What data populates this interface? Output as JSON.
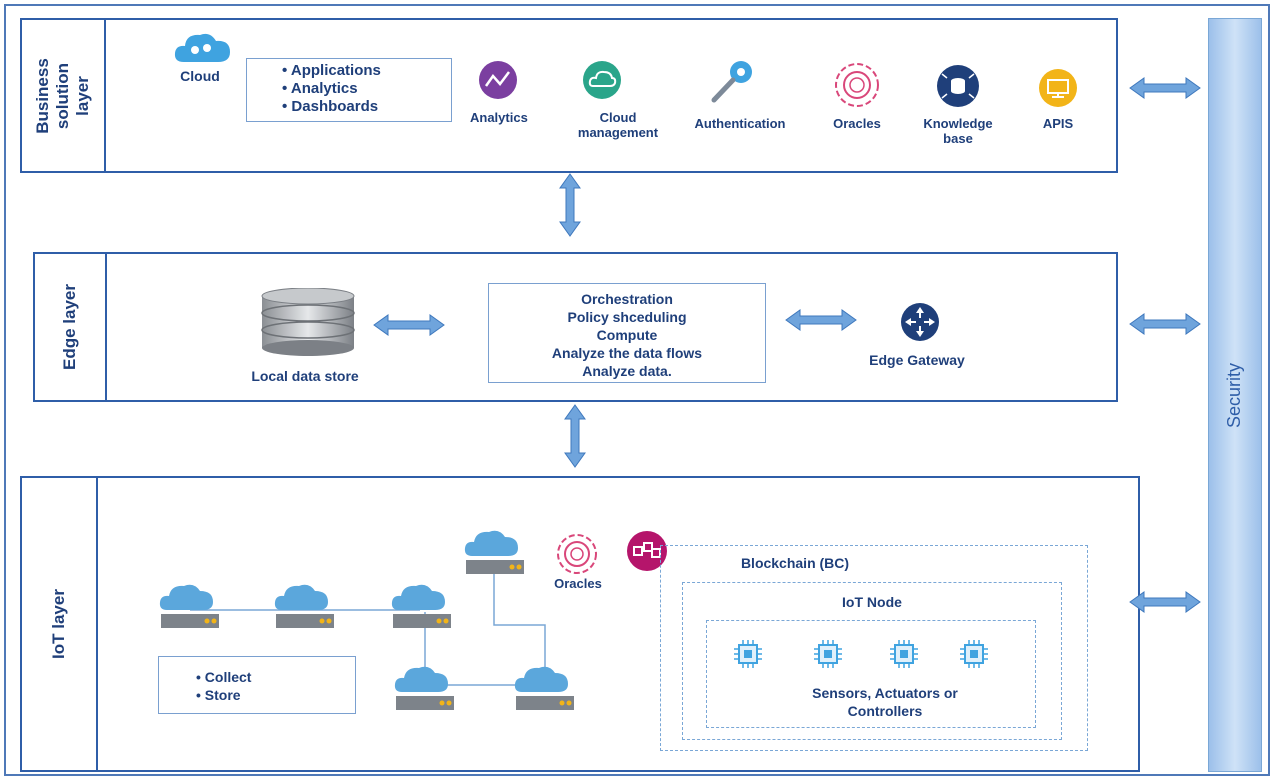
{
  "layers": {
    "business": {
      "label": "Business solution layer",
      "cloud_label": "Cloud",
      "bullets": [
        "Applications",
        "Analytics",
        "Dashboards"
      ],
      "services": [
        {
          "label": "Analytics",
          "icon": "analytics-icon"
        },
        {
          "label": "Cloud management",
          "icon": "cloud-management-icon"
        },
        {
          "label": "Authentication",
          "icon": "key-icon"
        },
        {
          "label": "Oracles",
          "icon": "oracle-icon"
        },
        {
          "label": "Knowledge base",
          "icon": "knowledge-base-icon"
        },
        {
          "label": "APIS",
          "icon": "api-icon"
        }
      ]
    },
    "edge": {
      "label": "Edge layer",
      "local_store": "Local data store",
      "functions": [
        "Orchestration",
        "Policy shceduling",
        "Compute",
        "Analyze the data flows",
        "Analyze  data."
      ],
      "gateway": "Edge Gateway"
    },
    "iot": {
      "label": "IoT layer",
      "bullets": [
        "Collect",
        "Store"
      ],
      "oracles": "Oracles",
      "blockchain": "Blockchain (BC)",
      "iot_node": "IoT Node",
      "devices": "Sensors, Actuators or Controllers"
    }
  },
  "security": "Security",
  "colors": {
    "border": "#2f5ea8",
    "text": "#1f3f7a",
    "arrow": "#7aa7d6",
    "analytics": "#7b3fa0",
    "cloud_mgmt": "#2aa58a",
    "oracle": "#d9477a",
    "knowledge": "#1f3f7a",
    "api": "#f2b418",
    "blockchain": "#b5156b"
  }
}
